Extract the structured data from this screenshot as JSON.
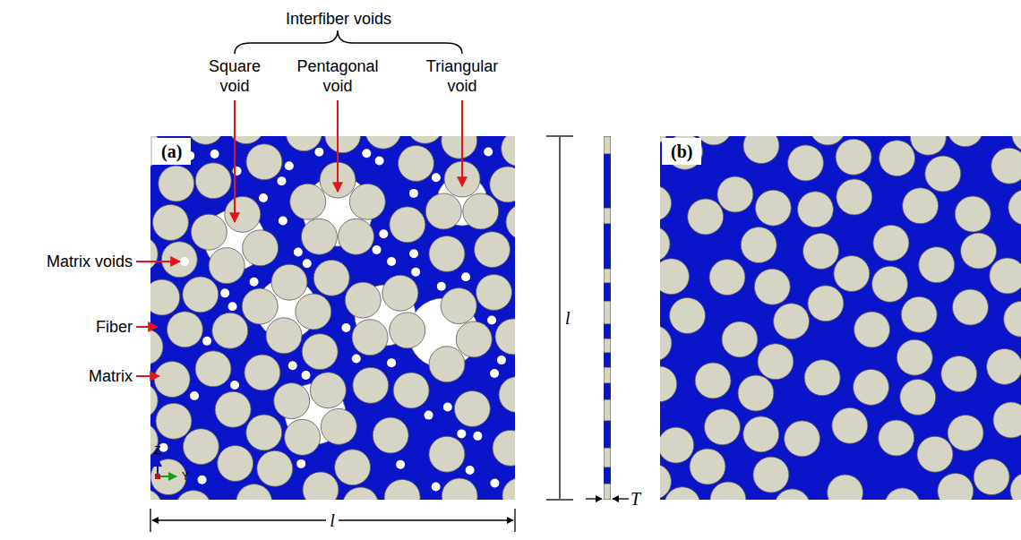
{
  "diagram": {
    "labels": [
      "Interfiber voids",
      "Square void",
      "Pentagonal void",
      "Triangular void",
      "(a)",
      "Matrix voids",
      "Fiber",
      "Matrix",
      "Z",
      "Y",
      "l",
      "T",
      "l",
      "(b)"
    ]
  }
}
